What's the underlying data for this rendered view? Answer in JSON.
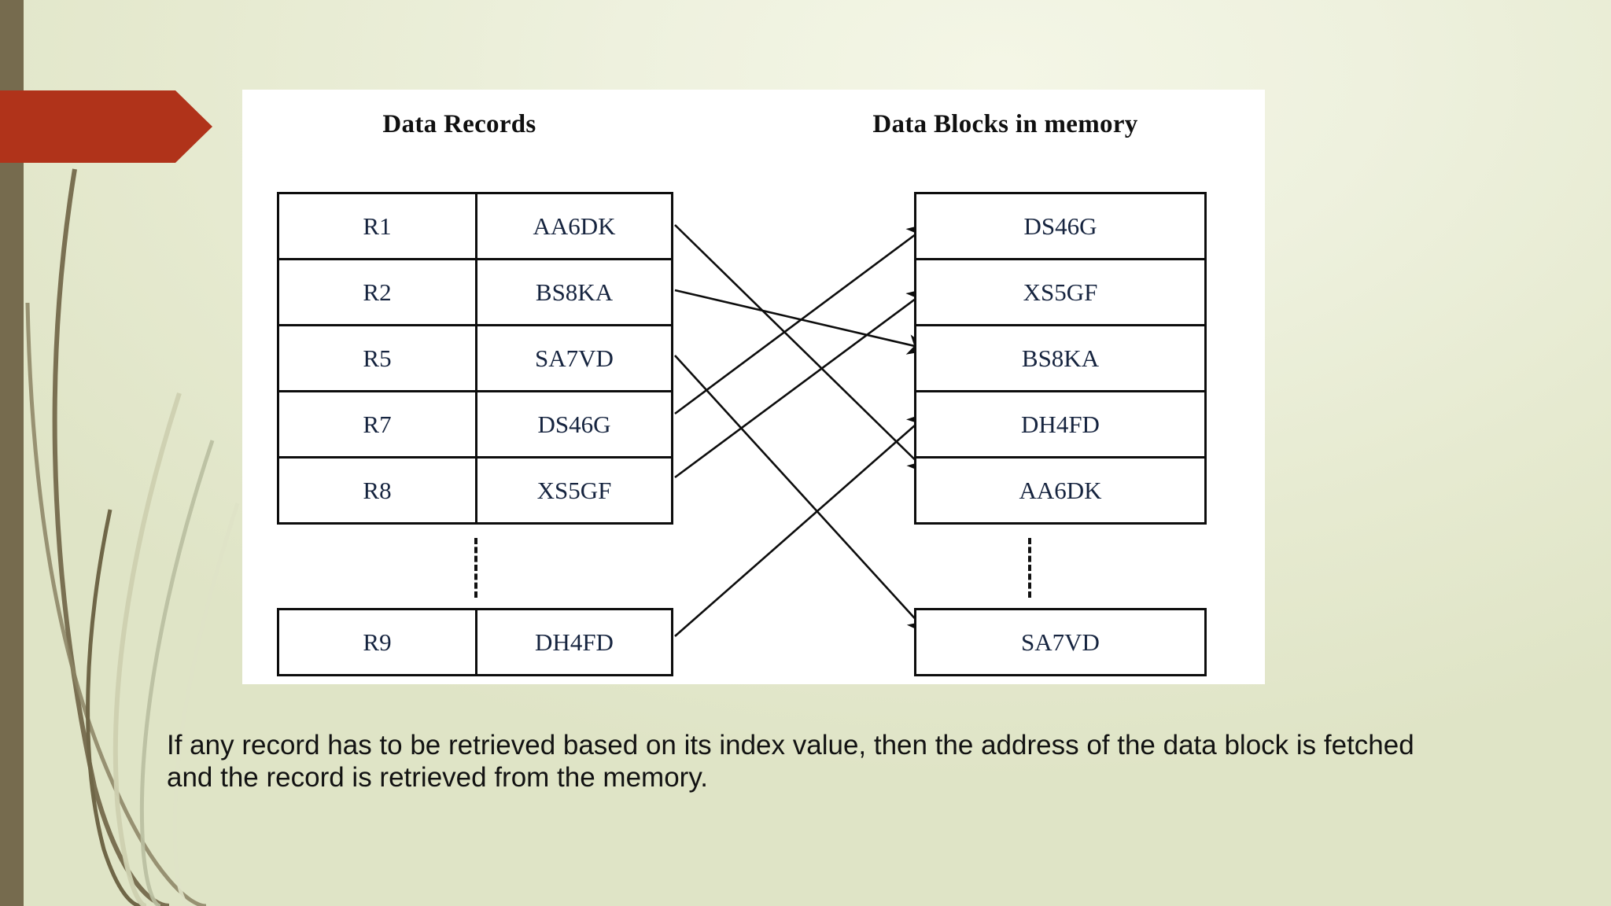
{
  "slide": {
    "background_color": "#e6ead0",
    "left_bar_color": "#766b4e",
    "banner_color": "#b0331a",
    "panel_color": "#ffffff",
    "text_color": "#16243f"
  },
  "diagram": {
    "left_header": "Data Records",
    "right_header": "Data Blocks in memory",
    "records": [
      {
        "key": "R1",
        "value": "AA6DK"
      },
      {
        "key": "R2",
        "value": "BS8KA"
      },
      {
        "key": "R5",
        "value": "SA7VD"
      },
      {
        "key": "R7",
        "value": "DS46G"
      },
      {
        "key": "R8",
        "value": "XS5GF"
      }
    ],
    "records_tail": [
      {
        "key": "R9",
        "value": "DH4FD"
      }
    ],
    "blocks": [
      {
        "value": "DS46G"
      },
      {
        "value": "XS5GF"
      },
      {
        "value": "BS8KA"
      },
      {
        "value": "DH4FD"
      },
      {
        "value": "AA6DK"
      }
    ],
    "blocks_tail": [
      {
        "value": "SA7VD"
      }
    ],
    "ellipsis_marker": "vertical-dashed-line",
    "mappings": [
      {
        "from": "AA6DK",
        "to": "AA6DK"
      },
      {
        "from": "BS8KA",
        "to": "BS8KA"
      },
      {
        "from": "SA7VD",
        "to": "SA7VD"
      },
      {
        "from": "DS46G",
        "to": "DS46G"
      },
      {
        "from": "XS5GF",
        "to": "XS5GF"
      },
      {
        "from": "DH4FD",
        "to": "DH4FD"
      }
    ]
  },
  "caption": {
    "text": "If any record has to be retrieved based on its index value, then the address of the data block is fetched and the record is retrieved from the memory."
  }
}
